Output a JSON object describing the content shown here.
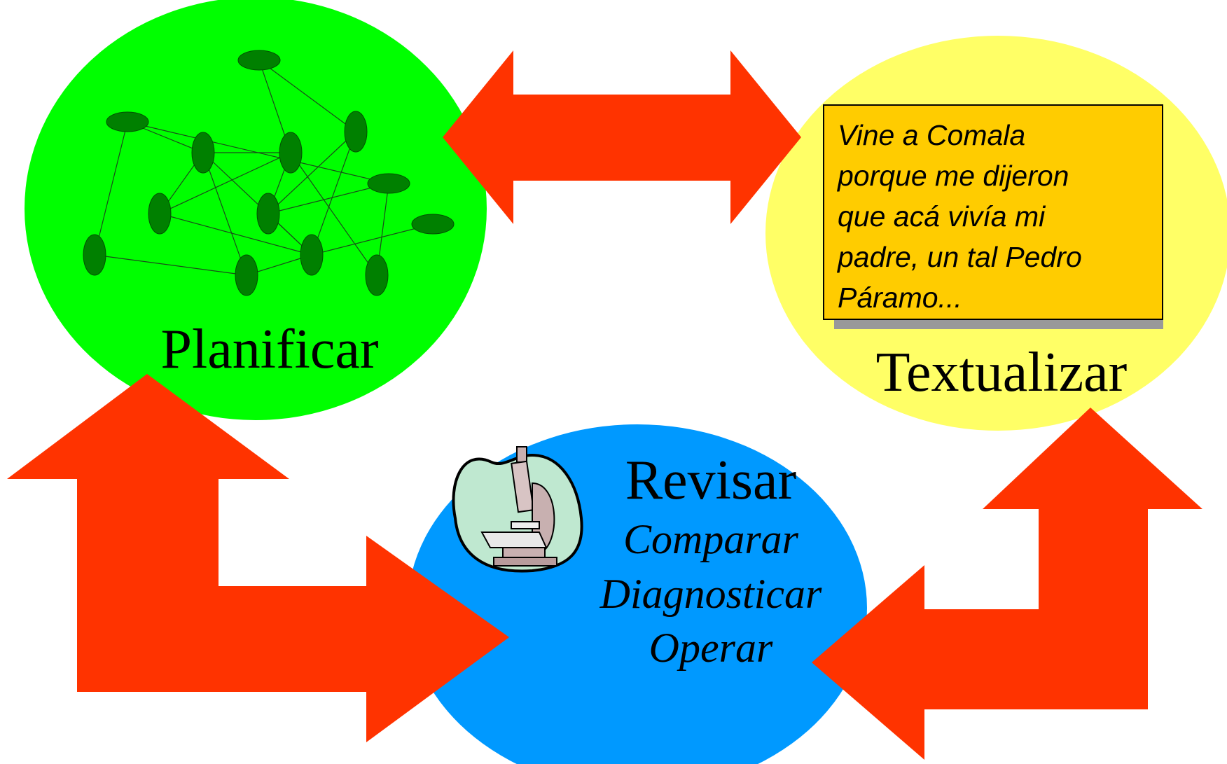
{
  "nodes": {
    "planificar": {
      "label": "Planificar",
      "color": "#00ff00"
    },
    "textualizar": {
      "label": "Textualizar",
      "color": "#ffff66"
    },
    "revisar": {
      "label": "Revisar",
      "color": "#0099ff",
      "sub_items": [
        "Comparar",
        "Diagnosticar",
        "Operar"
      ]
    }
  },
  "quote_box": {
    "lines": [
      "Vine a Comala",
      "porque me dijeron",
      "que acá vivía mi",
      "padre, un tal Pedro",
      "Páramo..."
    ],
    "background": "#ffcc00",
    "shadow": "#999999"
  },
  "arrow_color": "#ff3300",
  "network_color": "#008000",
  "icons": {
    "revisar_icon": "microscope-icon",
    "planificar_icon": "network-graph-icon"
  }
}
